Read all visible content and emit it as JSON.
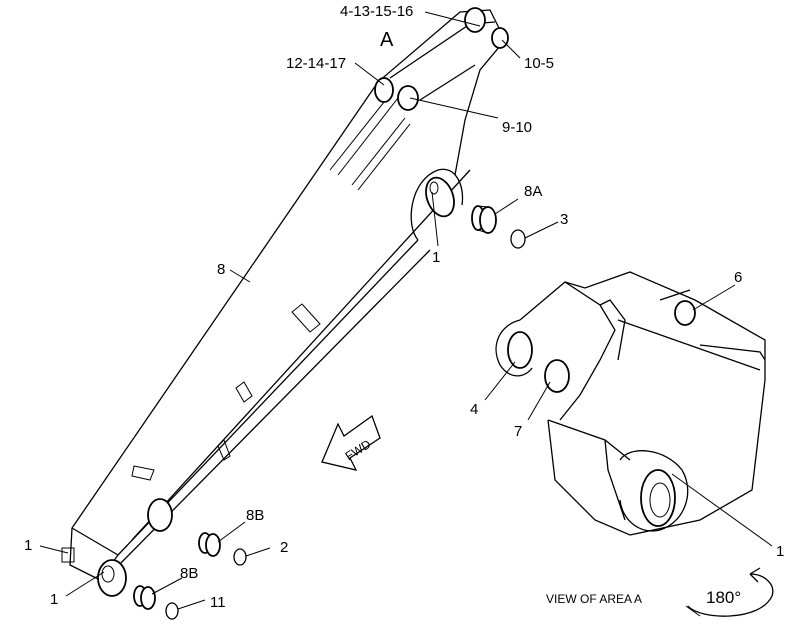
{
  "callouts": {
    "top_group": "4-13-15-16",
    "area_letter": "A",
    "pin_group": "10-5",
    "link_group": "12-14-17",
    "bolt_group": "9-10",
    "bushing_8a": "8A",
    "ring_3": "3",
    "part_1_upper": "1",
    "boom_8": "8",
    "part_6": "6",
    "part_4": "4",
    "part_7": "7",
    "part_1_right": "1",
    "bushing_8b_upper": "8B",
    "ring_2": "2",
    "part_1_left": "1",
    "part_1_bottom": "1",
    "bushing_8b_lower": "8B",
    "ring_11": "11"
  },
  "fwd_label": "FWD",
  "view_caption": "VIEW OF AREA  A",
  "rotation_label": "180°"
}
